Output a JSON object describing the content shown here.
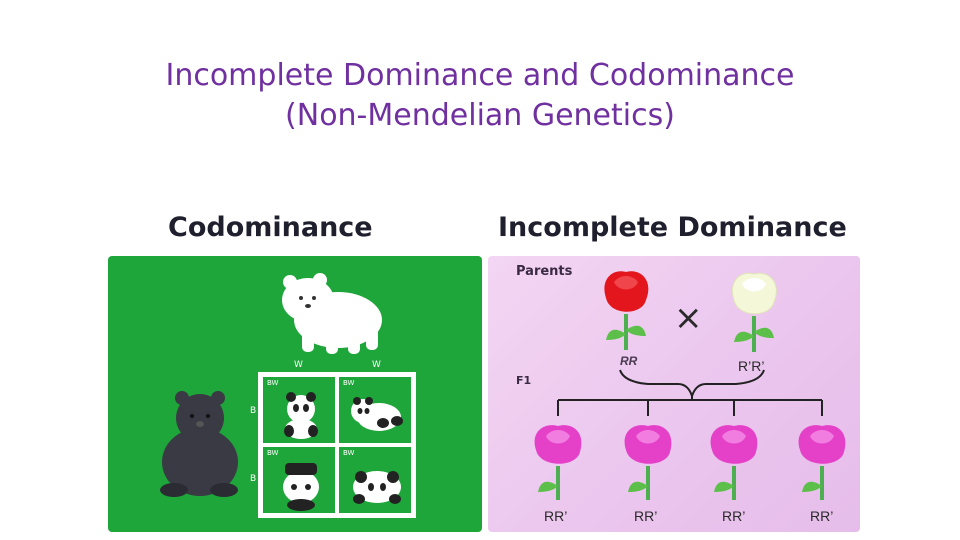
{
  "slide": {
    "title_line1": "Incomplete Dominance and Codominance",
    "title_line2": "(Non-Mendelian Genetics)"
  },
  "codominance": {
    "heading": "Codominance",
    "white_parent_alleles": [
      "W",
      "W"
    ],
    "black_parent_alleles": [
      "B",
      "B"
    ],
    "punnett_cells": [
      "BW",
      "BW",
      "BW",
      "BW"
    ],
    "panel_color": "#1ea63a"
  },
  "incomplete_dominance": {
    "heading": "Incomplete Dominance",
    "parents_label": "Parents",
    "f1_label": "F1",
    "parent1_genotype": "RR",
    "parent2_genotype": "R’R’",
    "cross_symbol": "×",
    "offspring_genotypes": [
      "RR’",
      "RR’",
      "RR’",
      "RR’"
    ],
    "colors": {
      "red_flower": "#e3161e",
      "white_flower": "#f4f8d8",
      "pink_flower": "#e441c8"
    }
  }
}
